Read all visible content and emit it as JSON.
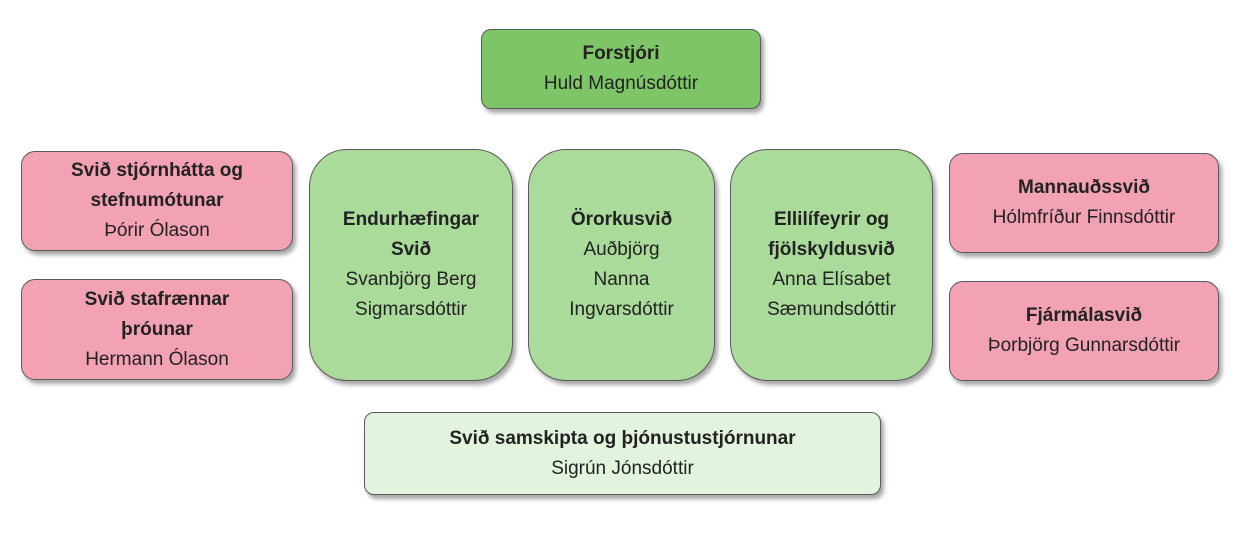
{
  "director": {
    "title": "Forstjóri",
    "name": "Huld Magnúsdóttir"
  },
  "left": [
    {
      "title_lines": [
        "Svið stjórnhátta og",
        "stefnumótunar"
      ],
      "name_lines": [
        "Þórir Ólason"
      ]
    },
    {
      "title_lines": [
        "Svið stafrænnar",
        "þróunar"
      ],
      "name_lines": [
        "Hermann Ólason"
      ]
    }
  ],
  "center": [
    {
      "title_lines": [
        "Endurhæfingar",
        "Svið"
      ],
      "name_lines": [
        "Svanbjörg Berg",
        "Sigmarsdóttir"
      ]
    },
    {
      "title_lines": [
        "Örorkusvið"
      ],
      "name_lines": [
        "Auðbjörg",
        "Nanna",
        "Ingvarsdóttir"
      ]
    },
    {
      "title_lines": [
        "Ellilífeyrir og",
        "fjölskyldusvið"
      ],
      "name_lines": [
        "Anna Elísabet",
        "Sæmundsdóttir"
      ]
    }
  ],
  "right": [
    {
      "title_lines": [
        "Mannauðssvið"
      ],
      "name_lines": [
        "Hólmfríður Finnsdóttir"
      ]
    },
    {
      "title_lines": [
        "Fjármálasvið"
      ],
      "name_lines": [
        "Þorbjörg Gunnarsdóttir"
      ]
    }
  ],
  "bottom": {
    "title": "Svið samskipta og þjónustustjórnunar",
    "name": "Sigrún Jónsdóttir"
  },
  "colors": {
    "director_fill": "#7dc566",
    "center_fill": "#abdb9a",
    "side_fill": "#f2a2b2",
    "bottom_fill": "#e3f4de",
    "border": "#5a5a5a"
  }
}
